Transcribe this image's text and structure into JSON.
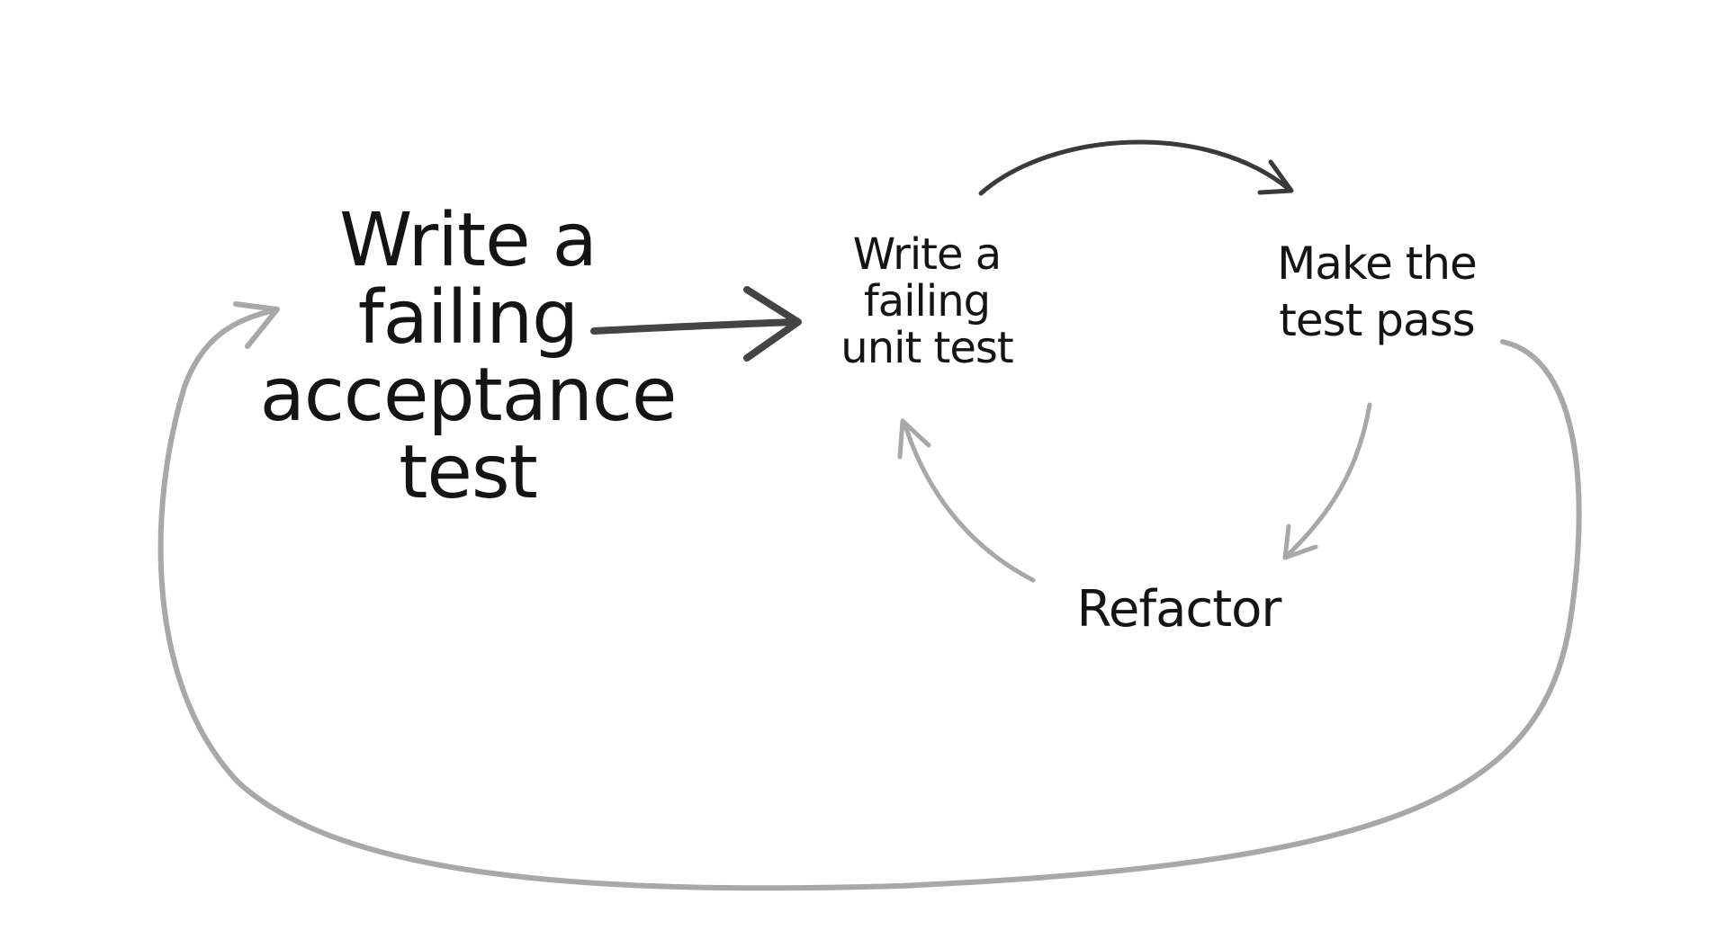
{
  "nodes": {
    "acceptance_test": [
      "Write a",
      "failing",
      "acceptance",
      "test"
    ],
    "unit_test": [
      "Write a",
      "failing",
      "unit test"
    ],
    "make_pass": [
      "Make the",
      "test pass"
    ],
    "refactor": [
      "Refactor"
    ]
  },
  "colors": {
    "text": "#141414",
    "arrow_dark": "#3a3a3a",
    "arrow_light": "#a8a8a8",
    "background": "#ffffff"
  }
}
